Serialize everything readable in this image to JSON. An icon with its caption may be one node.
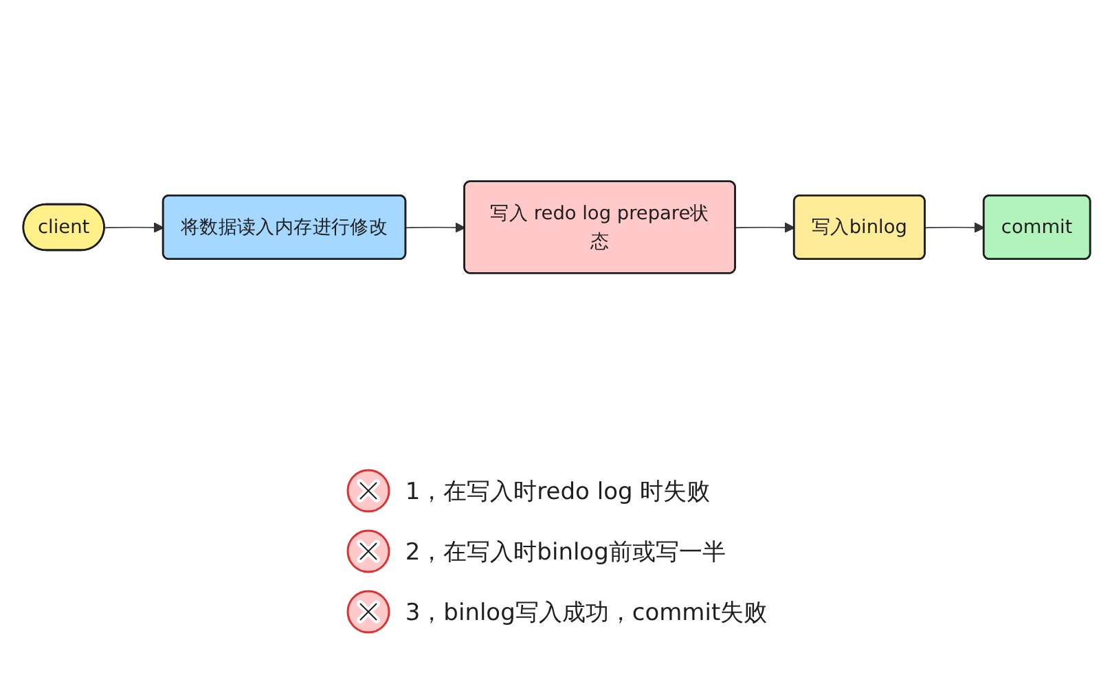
{
  "diagram": {
    "nodes": [
      {
        "text": [
          "client"
        ]
      },
      {
        "text": [
          "将数据读入内存进行修改"
        ]
      },
      {
        "text": [
          "写入 redo log prepare状态"
        ]
      },
      {
        "text": [
          "写入binlog"
        ]
      },
      {
        "text": [
          "commit"
        ]
      }
    ],
    "edges": [
      {
        "from": 0,
        "to": 1,
        "arrow": "to"
      },
      {
        "from": 1,
        "to": 2,
        "arrow": "to"
      },
      {
        "from": 2,
        "to": 3,
        "arrow": "to"
      },
      {
        "from": 3,
        "to": 4,
        "arrow": "to"
      }
    ],
    "labels": [
      "1，在写入时redo log 时失败",
      "2，在写入时binlog前或写一半",
      "3，binlog写入成功，commit失败"
    ]
  }
}
